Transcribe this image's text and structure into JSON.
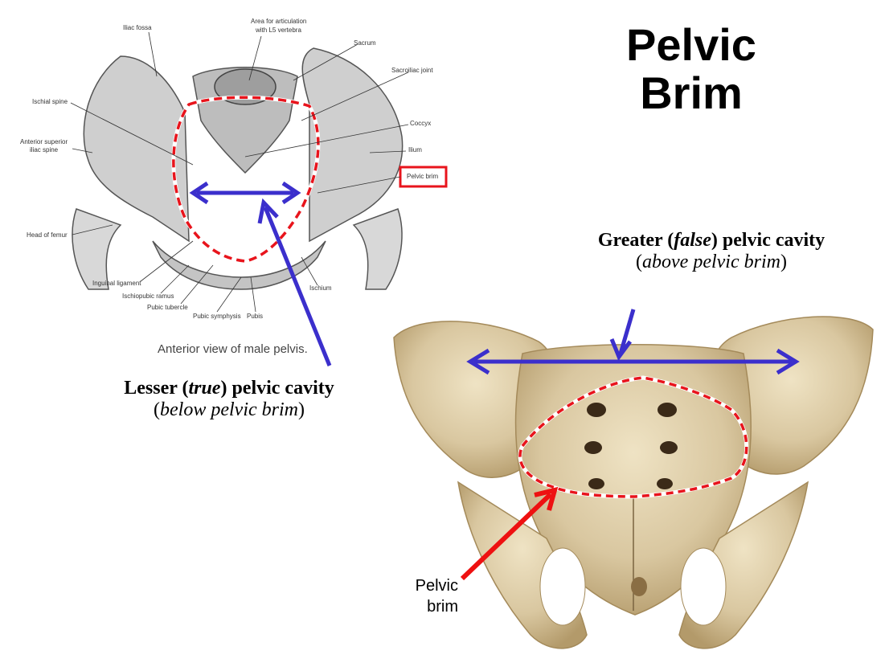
{
  "title": {
    "line1": "Pelvic",
    "line2": "Brim"
  },
  "illustration": {
    "caption": "Anterior view of male pelvis.",
    "labels": {
      "iliac_fossa": "Iliac fossa",
      "area_l5_1": "Area for articulation",
      "area_l5_2": "with L5 vertebra",
      "sacrum": "Sacrum",
      "sacroiliac": "Sacroiliac joint",
      "ischial_spine": "Ischial spine",
      "coccyx": "Coccyx",
      "asis_1": "Anterior superior",
      "asis_2": "iliac spine",
      "ilium": "Ilium",
      "pelvic_brim": "Pelvic brim",
      "head_femur": "Head of femur",
      "inguinal": "Inguinal ligament",
      "ischiopubic": "Ischiopubic ramus",
      "pubic_tubercle": "Pubic tubercle",
      "pubic_symphysis": "Pubic symphysis",
      "pubis": "Pubis",
      "ischium": "Ischium"
    }
  },
  "lesser": {
    "before": "Lesser (",
    "italic": "true",
    "after": ") pelvic cavity",
    "sub_open": "(",
    "sub_italic": "below pelvic brim",
    "sub_close": ")"
  },
  "greater": {
    "before": "Greater (",
    "italic": "false",
    "after": ") pelvic cavity",
    "sub_open": "(",
    "sub_italic": "above pelvic brim",
    "sub_close": ")"
  },
  "photo_label": {
    "line1": "Pelvic",
    "line2": "brim"
  },
  "colors": {
    "brim_dash": "#e8141c",
    "arrow_blue": "#3b2fcc",
    "arrow_red": "#ee1111",
    "bone": "#d9c7a0",
    "bone_dark": "#b39a6a",
    "sketch": "#c9c9c9"
  }
}
